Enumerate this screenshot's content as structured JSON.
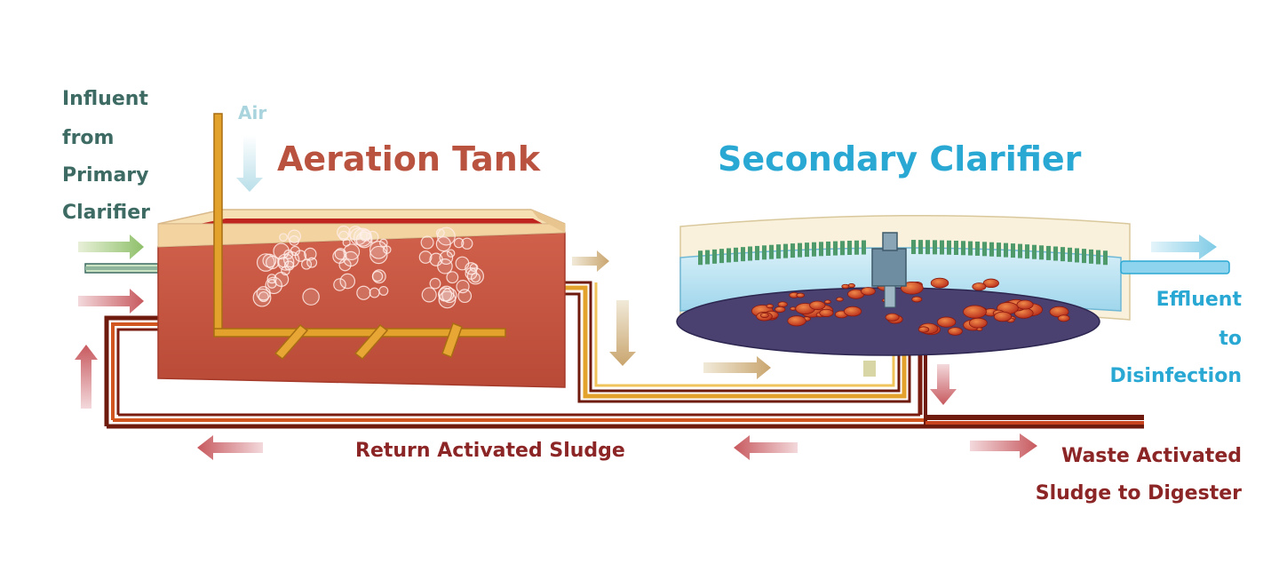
{
  "labels": {
    "influent": [
      "Influent",
      "from",
      "Primary",
      "Clarifier"
    ],
    "air": "Air",
    "aeration_tank": "Aeration Tank",
    "secondary_clarifier": "Secondary Clarifier",
    "effluent": [
      "Effluent",
      "to",
      "Disinfection"
    ],
    "return_sludge": "Return Activated Sludge",
    "waste_sludge": [
      "Waste Activated",
      "Sludge to Digester"
    ]
  },
  "colors": {
    "influent_text": "#3d6b63",
    "air_text": "#a9d4de",
    "tank_title": "#b9523f",
    "clarifier_title": "#2aa8d4",
    "effluent_text": "#2aa8d4",
    "sludge_text": "#8c2525",
    "tank_body": "#c7553f",
    "tank_rim": "#f7dfb4",
    "pipe_gold": "#e3a22b",
    "pipe_dark": "#6e1a0c",
    "pipe_red": "#b8281c",
    "clarifier_water": "#bfe4f2",
    "clarifier_floor": "#4a4170",
    "clarifier_weir": "#4f9a6a"
  }
}
